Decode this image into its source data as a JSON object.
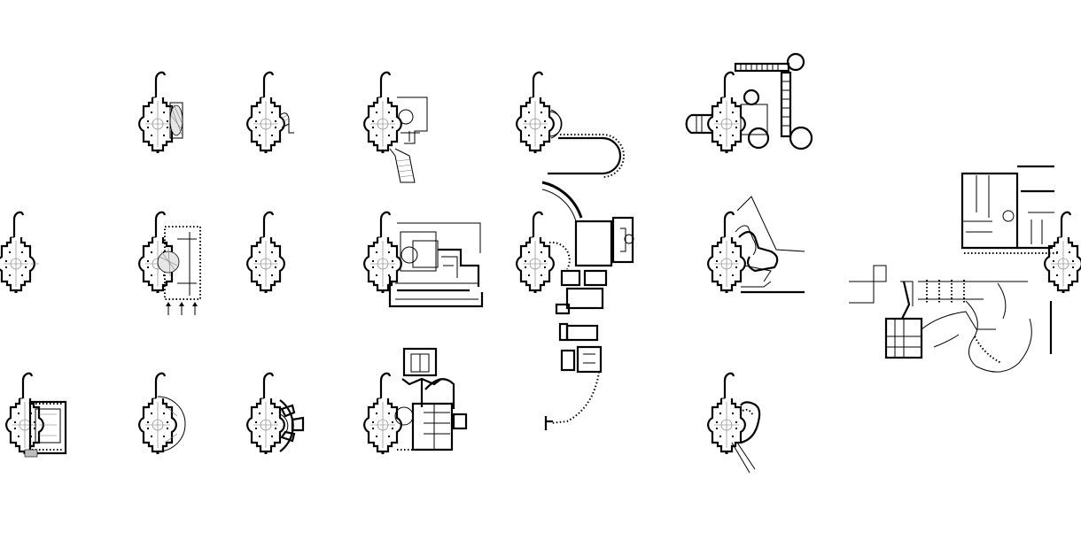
{
  "drawing": {
    "palette": {
      "ink": "#000000",
      "paper": "#ffffff",
      "hatch": "#777777",
      "fill_grey": "#bdbdbd"
    },
    "rows": 3,
    "columns": 7,
    "plates": [
      {
        "row": 0,
        "col": 1,
        "variant": "oval-court"
      },
      {
        "row": 0,
        "col": 2,
        "variant": "stair-annex"
      },
      {
        "row": 0,
        "col": 3,
        "variant": "angled-stair-court"
      },
      {
        "row": 0,
        "col": 4,
        "variant": "hairpin-colonnade"
      },
      {
        "row": 0,
        "col": 5,
        "variant": "towered-wing"
      },
      {
        "row": 1,
        "col": 0,
        "variant": "church-only"
      },
      {
        "row": 1,
        "col": 1,
        "variant": "piazza-with-arrows"
      },
      {
        "row": 1,
        "col": 2,
        "variant": "church-only"
      },
      {
        "row": 1,
        "col": 3,
        "variant": "layered-annex"
      },
      {
        "row": 1,
        "col": 4,
        "variant": "palazzo-chain"
      },
      {
        "row": 1,
        "col": 5,
        "variant": "organic-wings"
      },
      {
        "row": 1,
        "col": 6,
        "variant": "museum-complex"
      },
      {
        "row": 2,
        "col": 0,
        "variant": "cloister-court"
      },
      {
        "row": 2,
        "col": 1,
        "variant": "semi-circle"
      },
      {
        "row": 2,
        "col": 2,
        "variant": "curved-pavilions"
      },
      {
        "row": 2,
        "col": 3,
        "variant": "tower-block"
      },
      {
        "row": 2,
        "col": 5,
        "variant": "blob-annex"
      }
    ]
  }
}
